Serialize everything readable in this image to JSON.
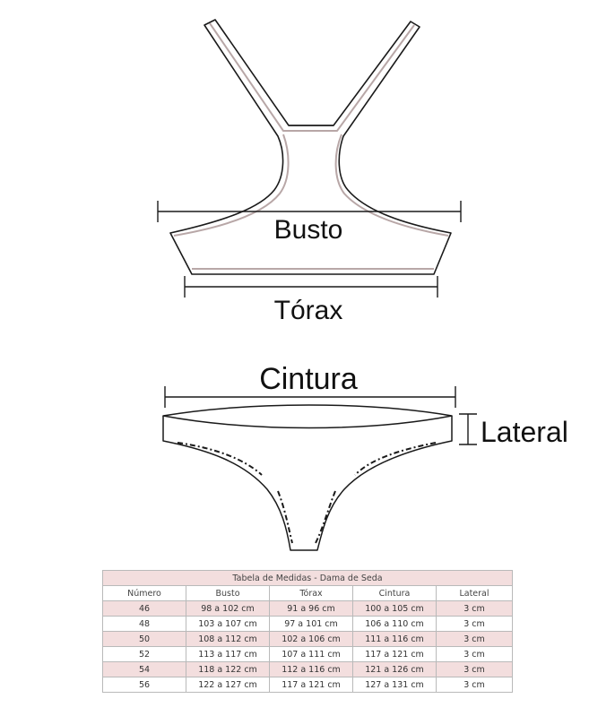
{
  "labels": {
    "busto": "Busto",
    "torax": "Tórax",
    "cintura": "Cintura",
    "lateral": "Lateral"
  },
  "table": {
    "title": "Tabela de Medidas - Dama de Seda",
    "headers": [
      "Número",
      "Busto",
      "Tórax",
      "Cintura",
      "Lateral"
    ],
    "rows": [
      [
        "46",
        "98 a 102 cm",
        "91 a 96 cm",
        "100 a 105 cm",
        "3 cm"
      ],
      [
        "48",
        "103 a 107 cm",
        "97 a 101 cm",
        "106 a 110 cm",
        "3 cm"
      ],
      [
        "50",
        "108 a 112 cm",
        "102 a 106 cm",
        "111 a 116 cm",
        "3 cm"
      ],
      [
        "52",
        "113 a 117 cm",
        "107 a 111 cm",
        "117 a 121 cm",
        "3 cm"
      ],
      [
        "54",
        "118 a 122 cm",
        "112 a 116 cm",
        "121 a 126 cm",
        "3 cm"
      ],
      [
        "56",
        "122 a 127 cm",
        "117 a 121 cm",
        "127 a 131 cm",
        "3 cm"
      ]
    ]
  },
  "colors": {
    "row_shade": "#f3dede",
    "garment_inner": "#b8a7a7",
    "outline": "#1a1a1a"
  }
}
